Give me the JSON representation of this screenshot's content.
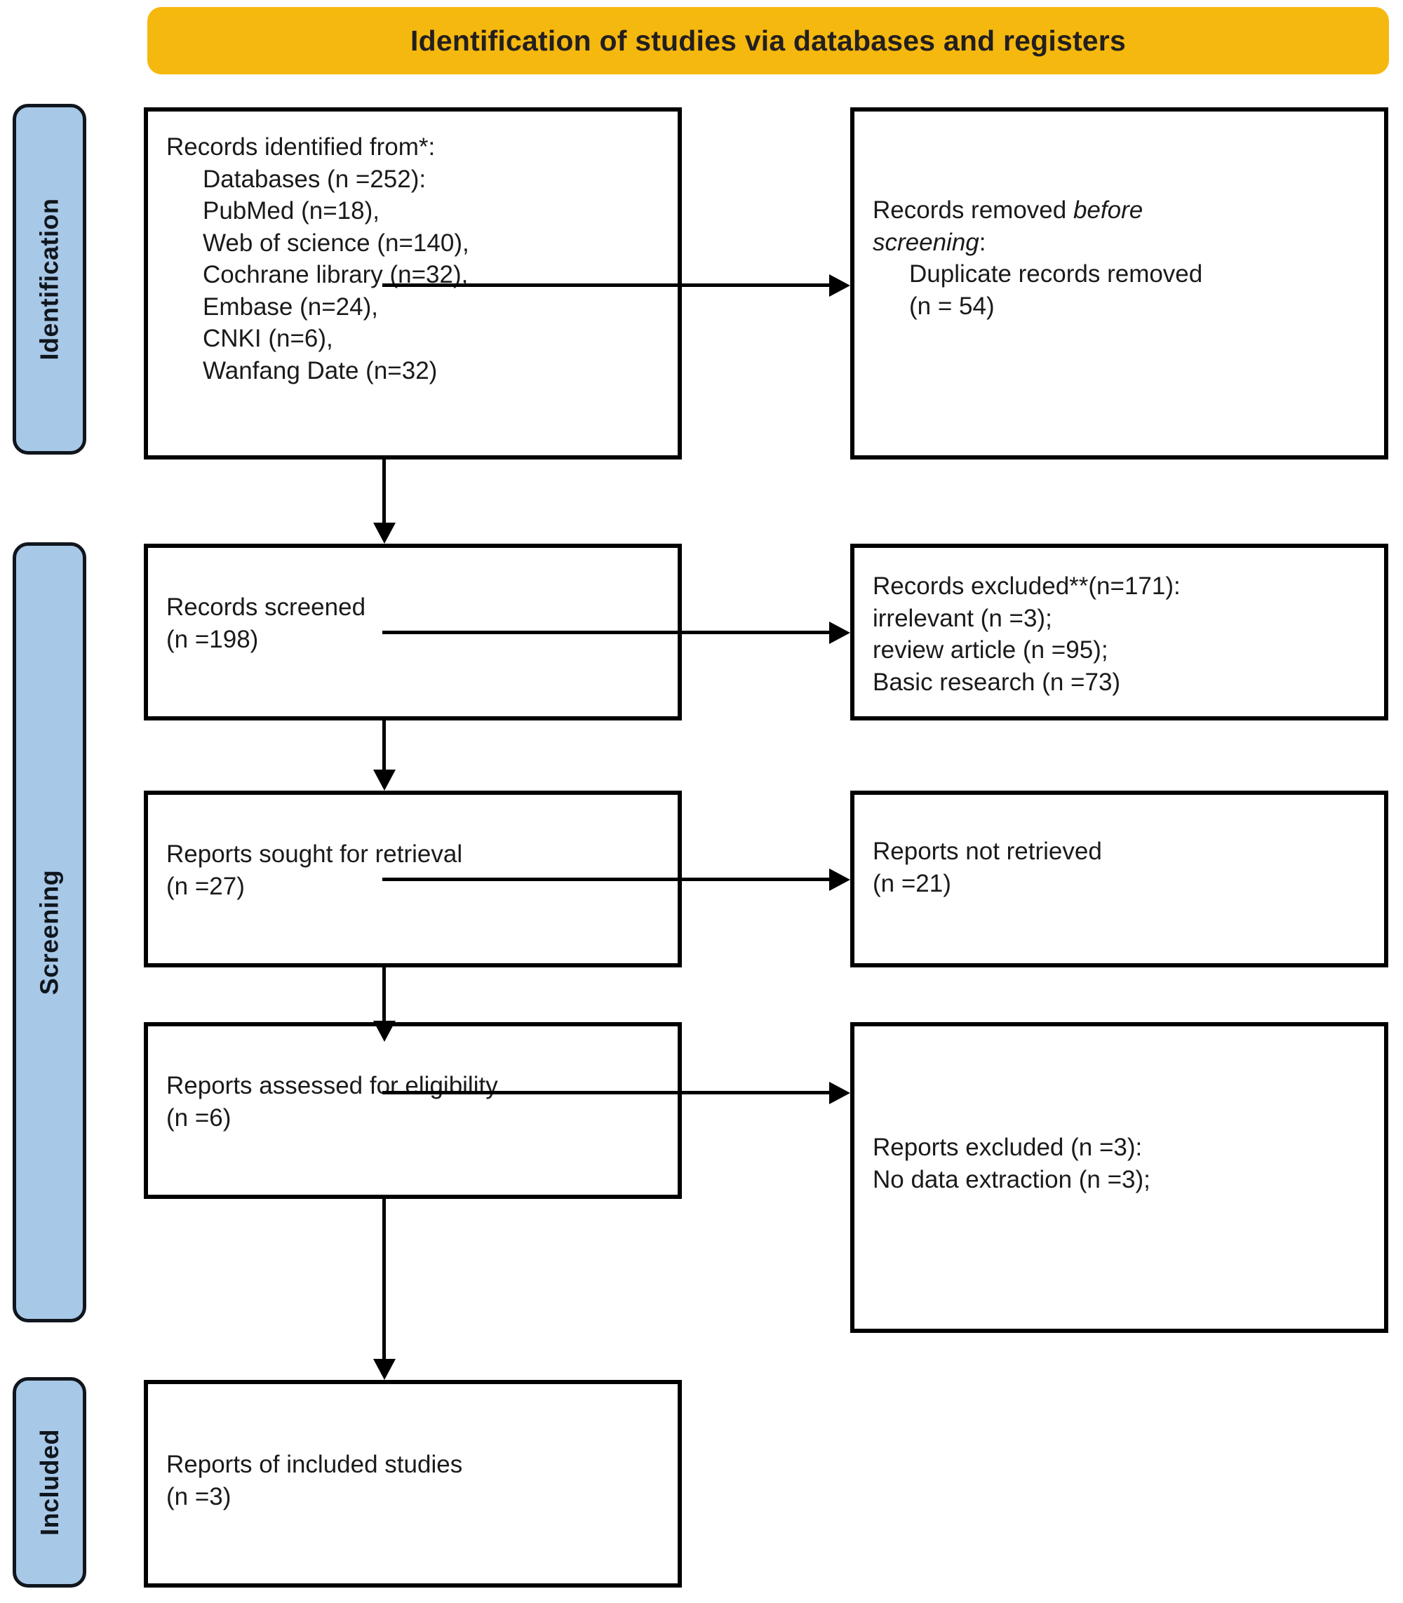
{
  "banner": {
    "title": "Identification of studies via databases and registers"
  },
  "phases": [
    {
      "id": "identification",
      "label": "Identification"
    },
    {
      "id": "screening",
      "label": "Screening"
    },
    {
      "id": "included",
      "label": "Included"
    }
  ],
  "boxes": {
    "identified": {
      "line1": "Records identified from*:",
      "line2": "Databases (n =252):",
      "line3": "PubMed (n=18),",
      "line4": "Web of science (n=140),",
      "line5": "Cochrane library (n=32),",
      "line6": "Embase (n=24),",
      "line7": "CNKI (n=6),",
      "line8": "Wanfang Date (n=32)"
    },
    "removed": {
      "line1_pre": "Records removed ",
      "line1_em": "before",
      "line2_em": "screening",
      "line2_post": ":",
      "line3": "Duplicate records removed",
      "line4": "(n = 54)"
    },
    "screened": {
      "line1": "Records screened",
      "line2": "(n =198)"
    },
    "records_excluded": {
      "line1": "Records excluded**(n=171):",
      "line2": "irrelevant (n =3);",
      "line3": "review article (n =95);",
      "line4": "Basic research (n =73)"
    },
    "sought": {
      "line1": "Reports sought for retrieval",
      "line2": "(n =27)"
    },
    "not_retrieved": {
      "line1": "Reports not retrieved",
      "line2": "(n =21)"
    },
    "assessed": {
      "line1": "Reports assessed for eligibility",
      "line2": "(n =6)"
    },
    "reports_excluded": {
      "line1": "Reports excluded (n =3):",
      "line2": "No data extraction (n =3);"
    },
    "included": {
      "line1": "Reports of included studies",
      "line2": "(n =3)"
    }
  },
  "colors": {
    "banner_bg": "#f5b80e",
    "phase_bg": "#a8c8e8",
    "border": "#000000",
    "text": "#1a1a1a"
  },
  "chart_data": {
    "type": "diagram",
    "title": "Identification of studies via databases and registers",
    "diagram_kind": "PRISMA flow diagram",
    "phases": [
      "Identification",
      "Screening",
      "Included"
    ],
    "nodes": [
      {
        "id": "identified",
        "phase": "Identification",
        "label": "Records identified from*",
        "n": 252,
        "breakdown": [
          {
            "source": "PubMed",
            "n": 18
          },
          {
            "source": "Web of science",
            "n": 140
          },
          {
            "source": "Cochrane library",
            "n": 32
          },
          {
            "source": "Embase",
            "n": 24
          },
          {
            "source": "CNKI",
            "n": 6
          },
          {
            "source": "Wanfang Date",
            "n": 32
          }
        ]
      },
      {
        "id": "removed",
        "phase": "Identification",
        "label": "Records removed before screening: Duplicate records removed",
        "n": 54
      },
      {
        "id": "screened",
        "phase": "Screening",
        "label": "Records screened",
        "n": 198
      },
      {
        "id": "records_excluded",
        "phase": "Screening",
        "label": "Records excluded**",
        "n": 171,
        "breakdown": [
          {
            "reason": "irrelevant",
            "n": 3
          },
          {
            "reason": "review article",
            "n": 95
          },
          {
            "reason": "Basic research",
            "n": 73
          }
        ]
      },
      {
        "id": "sought",
        "phase": "Screening",
        "label": "Reports sought for retrieval",
        "n": 27
      },
      {
        "id": "not_retrieved",
        "phase": "Screening",
        "label": "Reports not retrieved",
        "n": 21
      },
      {
        "id": "assessed",
        "phase": "Screening",
        "label": "Reports assessed for eligibility",
        "n": 6
      },
      {
        "id": "reports_excluded",
        "phase": "Screening",
        "label": "Reports excluded",
        "n": 3,
        "breakdown": [
          {
            "reason": "No data extraction",
            "n": 3
          }
        ]
      },
      {
        "id": "included",
        "phase": "Included",
        "label": "Reports of included studies",
        "n": 3
      }
    ],
    "edges": [
      {
        "from": "identified",
        "to": "removed",
        "direction": "right"
      },
      {
        "from": "identified",
        "to": "screened",
        "direction": "down"
      },
      {
        "from": "screened",
        "to": "records_excluded",
        "direction": "right"
      },
      {
        "from": "screened",
        "to": "sought",
        "direction": "down"
      },
      {
        "from": "sought",
        "to": "not_retrieved",
        "direction": "right"
      },
      {
        "from": "sought",
        "to": "assessed",
        "direction": "down"
      },
      {
        "from": "assessed",
        "to": "reports_excluded",
        "direction": "right"
      },
      {
        "from": "assessed",
        "to": "included",
        "direction": "down"
      }
    ]
  }
}
